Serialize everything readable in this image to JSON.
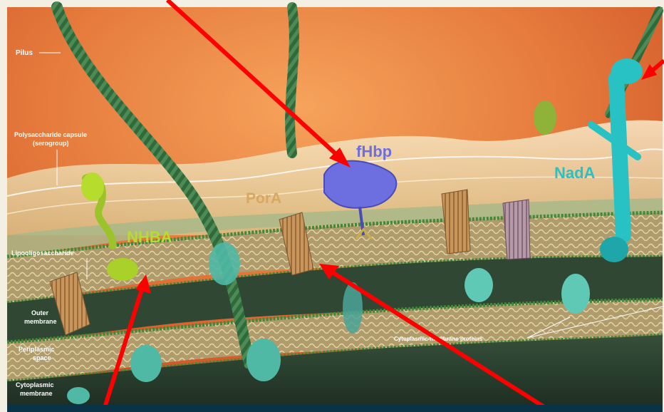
{
  "labels": {
    "pilus": "Pilus",
    "capsule_line1": "Polysaccharide capsule",
    "capsule_line2": "(serogroup)",
    "lipo": "Lipooligosaccharide",
    "outer_line1": "Outer",
    "outer_line2": "membrane",
    "peri_line1": "Periplasmic",
    "peri_line2": "space",
    "cyto_line1": "Cytoplasmic",
    "cyto_line2": "membrane",
    "cyto_proteins": "Cytoplasmic-membrane proteins"
  },
  "proteins": {
    "fhbp": "fHbp",
    "nada": "NadA",
    "pora": "PorA",
    "nhba": "NHBA"
  },
  "colors": {
    "background_top": "#e0642f",
    "background_glow": "#f6a35c",
    "membrane_green": "#3f8a3a",
    "membrane_fill": "#b9a57a",
    "interior": "#2d3f2f",
    "arrow": "#ff0000",
    "fhbp": "#6d6fe0",
    "nada": "#28c2c4",
    "pora": "#d8a760",
    "nhba": "#b6dc2e",
    "frame": "#f3efe2",
    "bottom_bar": "#0b3347"
  }
}
